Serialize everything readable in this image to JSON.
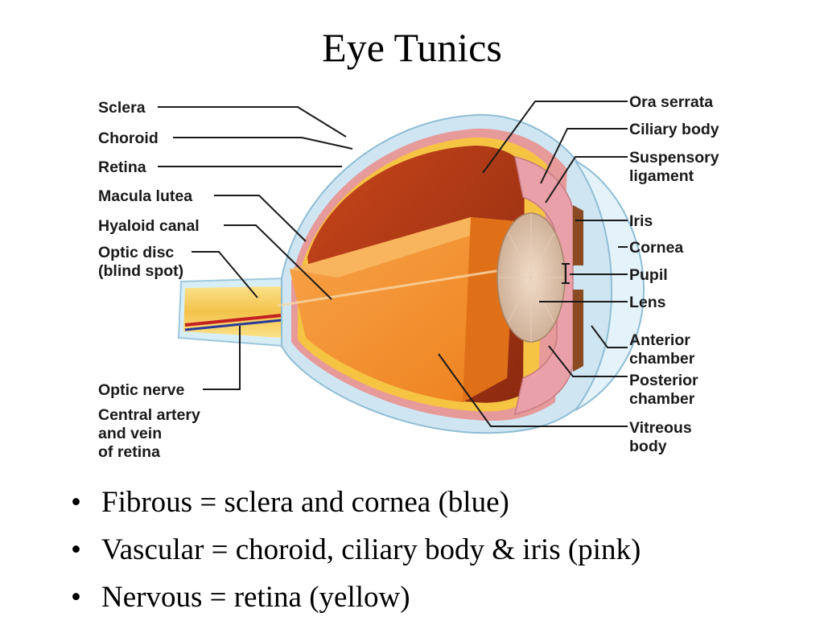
{
  "slide": {
    "title": "Eye Tunics"
  },
  "labels": {
    "sclera": "Sclera",
    "choroid": "Choroid",
    "retina": "Retina",
    "macula_lutea": "Macula lutea",
    "hyaloid_canal": "Hyaloid canal",
    "optic_disc": [
      "Optic disc",
      "(blind spot)"
    ],
    "optic_nerve": "Optic nerve",
    "central_artery": [
      "Central artery",
      "and vein",
      "of retina"
    ],
    "ora_serrata": "Ora serrata",
    "ciliary_body": "Ciliary body",
    "suspensory_ligament": [
      "Suspensory",
      "ligament"
    ],
    "iris": "Iris",
    "cornea": "Cornea",
    "pupil": "Pupil",
    "lens": "Lens",
    "anterior_chamber": [
      "Anterior",
      "chamber"
    ],
    "posterior_chamber": [
      "Posterior",
      "chamber"
    ],
    "vitreous_body": [
      "Vitreous",
      "body"
    ]
  },
  "bullets": [
    "Fibrous = sclera and cornea (blue)",
    "Vascular = choroid, ciliary body & iris (pink)",
    "Nervous = retina (yellow)"
  ],
  "colors": {
    "fibrous": "#cfe6f2",
    "vascular": "#e79a9a",
    "nervous": "#f6c443",
    "vitreous": "#f08a26",
    "vitreous_dark": "#b4300f"
  }
}
